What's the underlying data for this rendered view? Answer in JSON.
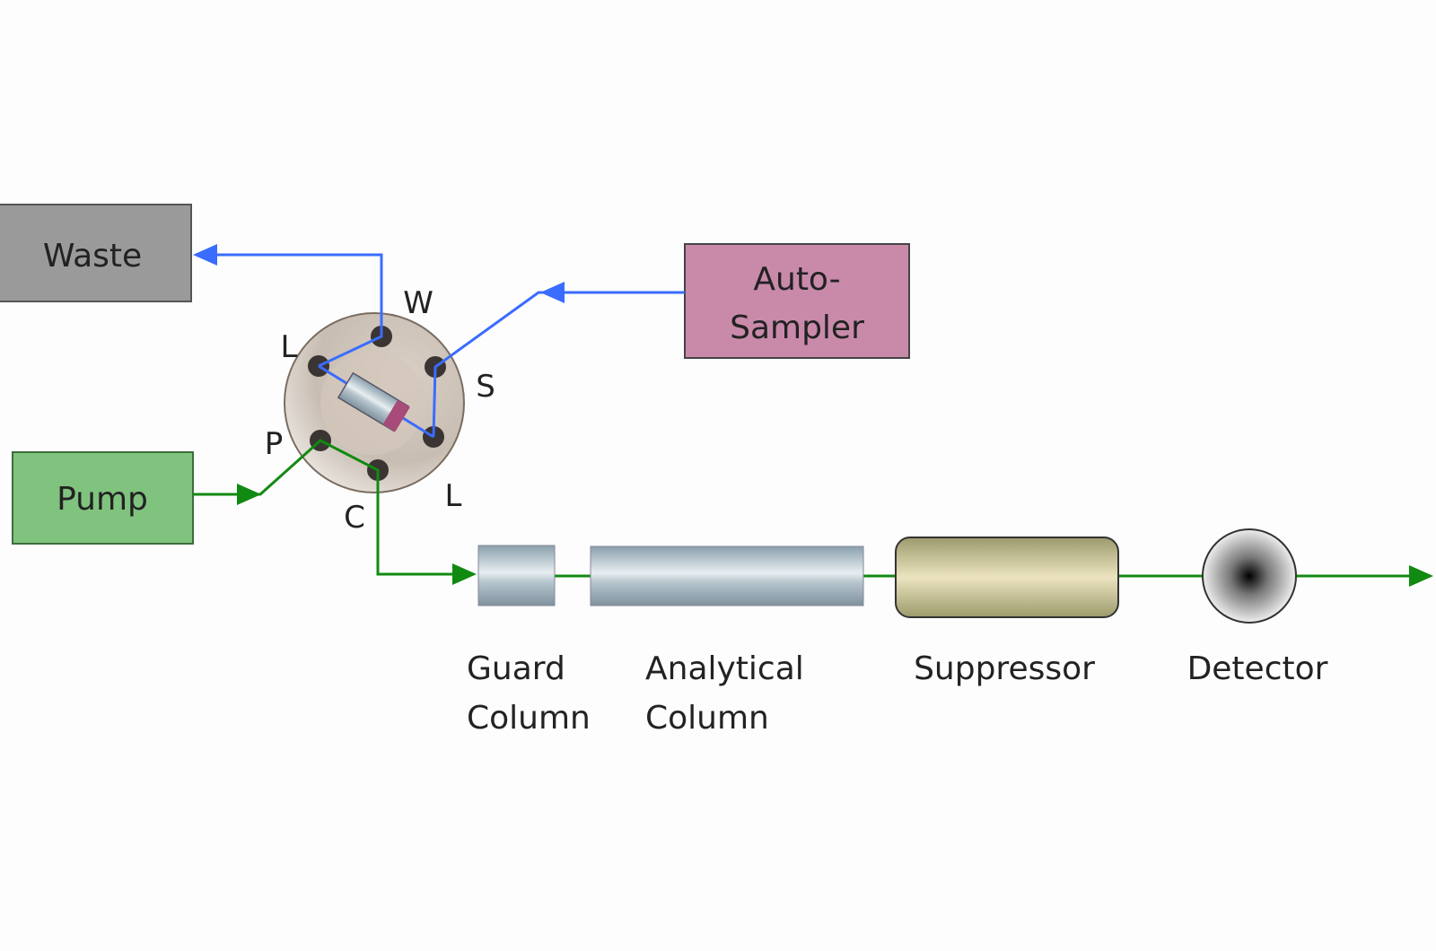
{
  "boxes": {
    "waste": "Waste",
    "pump": "Pump",
    "autosampler_line1": "Auto-",
    "autosampler_line2": "Sampler"
  },
  "ports": {
    "w": "W",
    "l_top": "L",
    "s": "S",
    "p": "P",
    "l_bottom": "L",
    "c": "C"
  },
  "components": {
    "guard_line1": "Guard",
    "guard_line2": "Column",
    "analytical_line1": "Analytical",
    "analytical_line2": "Column",
    "suppressor": "Suppressor",
    "detector": "Detector"
  },
  "colors": {
    "waste": "#9a9a9a",
    "pump": "#80c37f",
    "autosampler": "#c98aaa",
    "sample_flow": "#3a6cff",
    "eluent_flow": "#118a11"
  }
}
